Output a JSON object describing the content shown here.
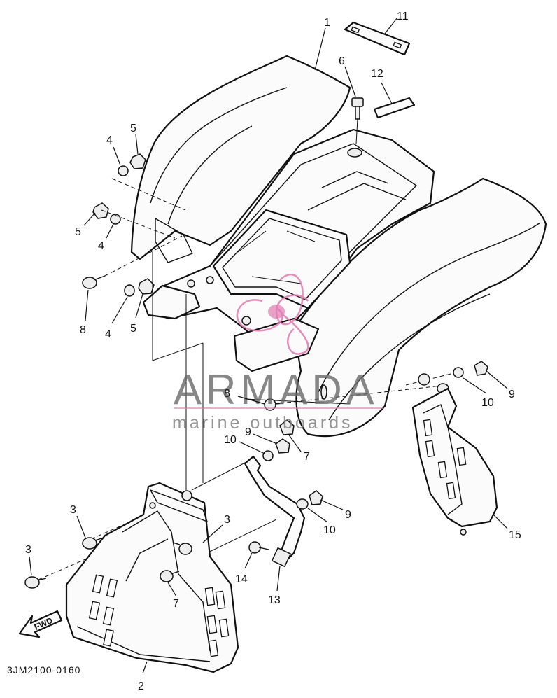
{
  "diagram": {
    "part_code": "3JM2100-0160",
    "direction_label": "FWD",
    "watermark": {
      "brand": "ARMADA",
      "tagline": "marine outboards",
      "logo_color": "#e07ab0",
      "text_color": "#6a6a6a"
    },
    "callouts": [
      {
        "id": "c1",
        "label": "1"
      },
      {
        "id": "c2",
        "label": "2"
      },
      {
        "id": "c3a",
        "label": "3"
      },
      {
        "id": "c3b",
        "label": "3"
      },
      {
        "id": "c3c",
        "label": "3"
      },
      {
        "id": "c4a",
        "label": "4"
      },
      {
        "id": "c4b",
        "label": "4"
      },
      {
        "id": "c4c",
        "label": "4"
      },
      {
        "id": "c5a",
        "label": "5"
      },
      {
        "id": "c5b",
        "label": "5"
      },
      {
        "id": "c5c",
        "label": "5"
      },
      {
        "id": "c6",
        "label": "6"
      },
      {
        "id": "c7a",
        "label": "7"
      },
      {
        "id": "c7b",
        "label": "7"
      },
      {
        "id": "c8a",
        "label": "8"
      },
      {
        "id": "c8b",
        "label": "8"
      },
      {
        "id": "c9a",
        "label": "9"
      },
      {
        "id": "c9b",
        "label": "9"
      },
      {
        "id": "c9c",
        "label": "9"
      },
      {
        "id": "c10a",
        "label": "10"
      },
      {
        "id": "c10b",
        "label": "10"
      },
      {
        "id": "c10c",
        "label": "10"
      },
      {
        "id": "c11",
        "label": "11"
      },
      {
        "id": "c12",
        "label": "12"
      },
      {
        "id": "c13",
        "label": "13"
      },
      {
        "id": "c14",
        "label": "14"
      },
      {
        "id": "c15",
        "label": "15"
      }
    ]
  }
}
